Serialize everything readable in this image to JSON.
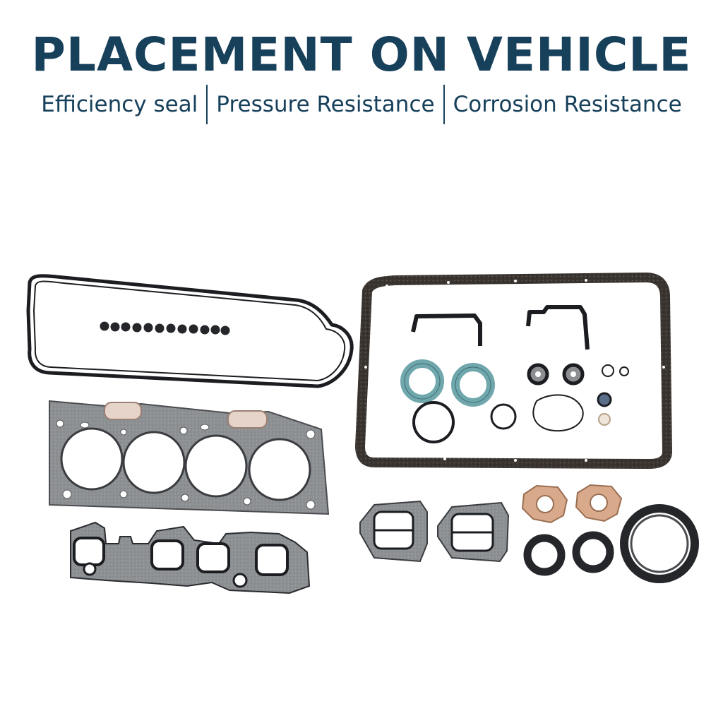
{
  "header": {
    "title": "PLACEMENT ON VEHICLE",
    "features": [
      "Efficiency seal",
      "Pressure Resistance",
      "Corrosion Resistance"
    ]
  },
  "colors": {
    "title": "#17405b",
    "gasket_rubber": "#1b1d21",
    "gasket_metal": "#8a8d90",
    "cork": "#3a3430",
    "seal_teal": "#6fa7ac",
    "copper_paper": "#d8a98a"
  },
  "product_image": {
    "icons": [
      "valve-cover-gasket-icon",
      "head-gasket-icon",
      "intake-manifold-gasket-icon",
      "oil-pan-gasket-icon",
      "oil-seal-icon"
    ]
  }
}
